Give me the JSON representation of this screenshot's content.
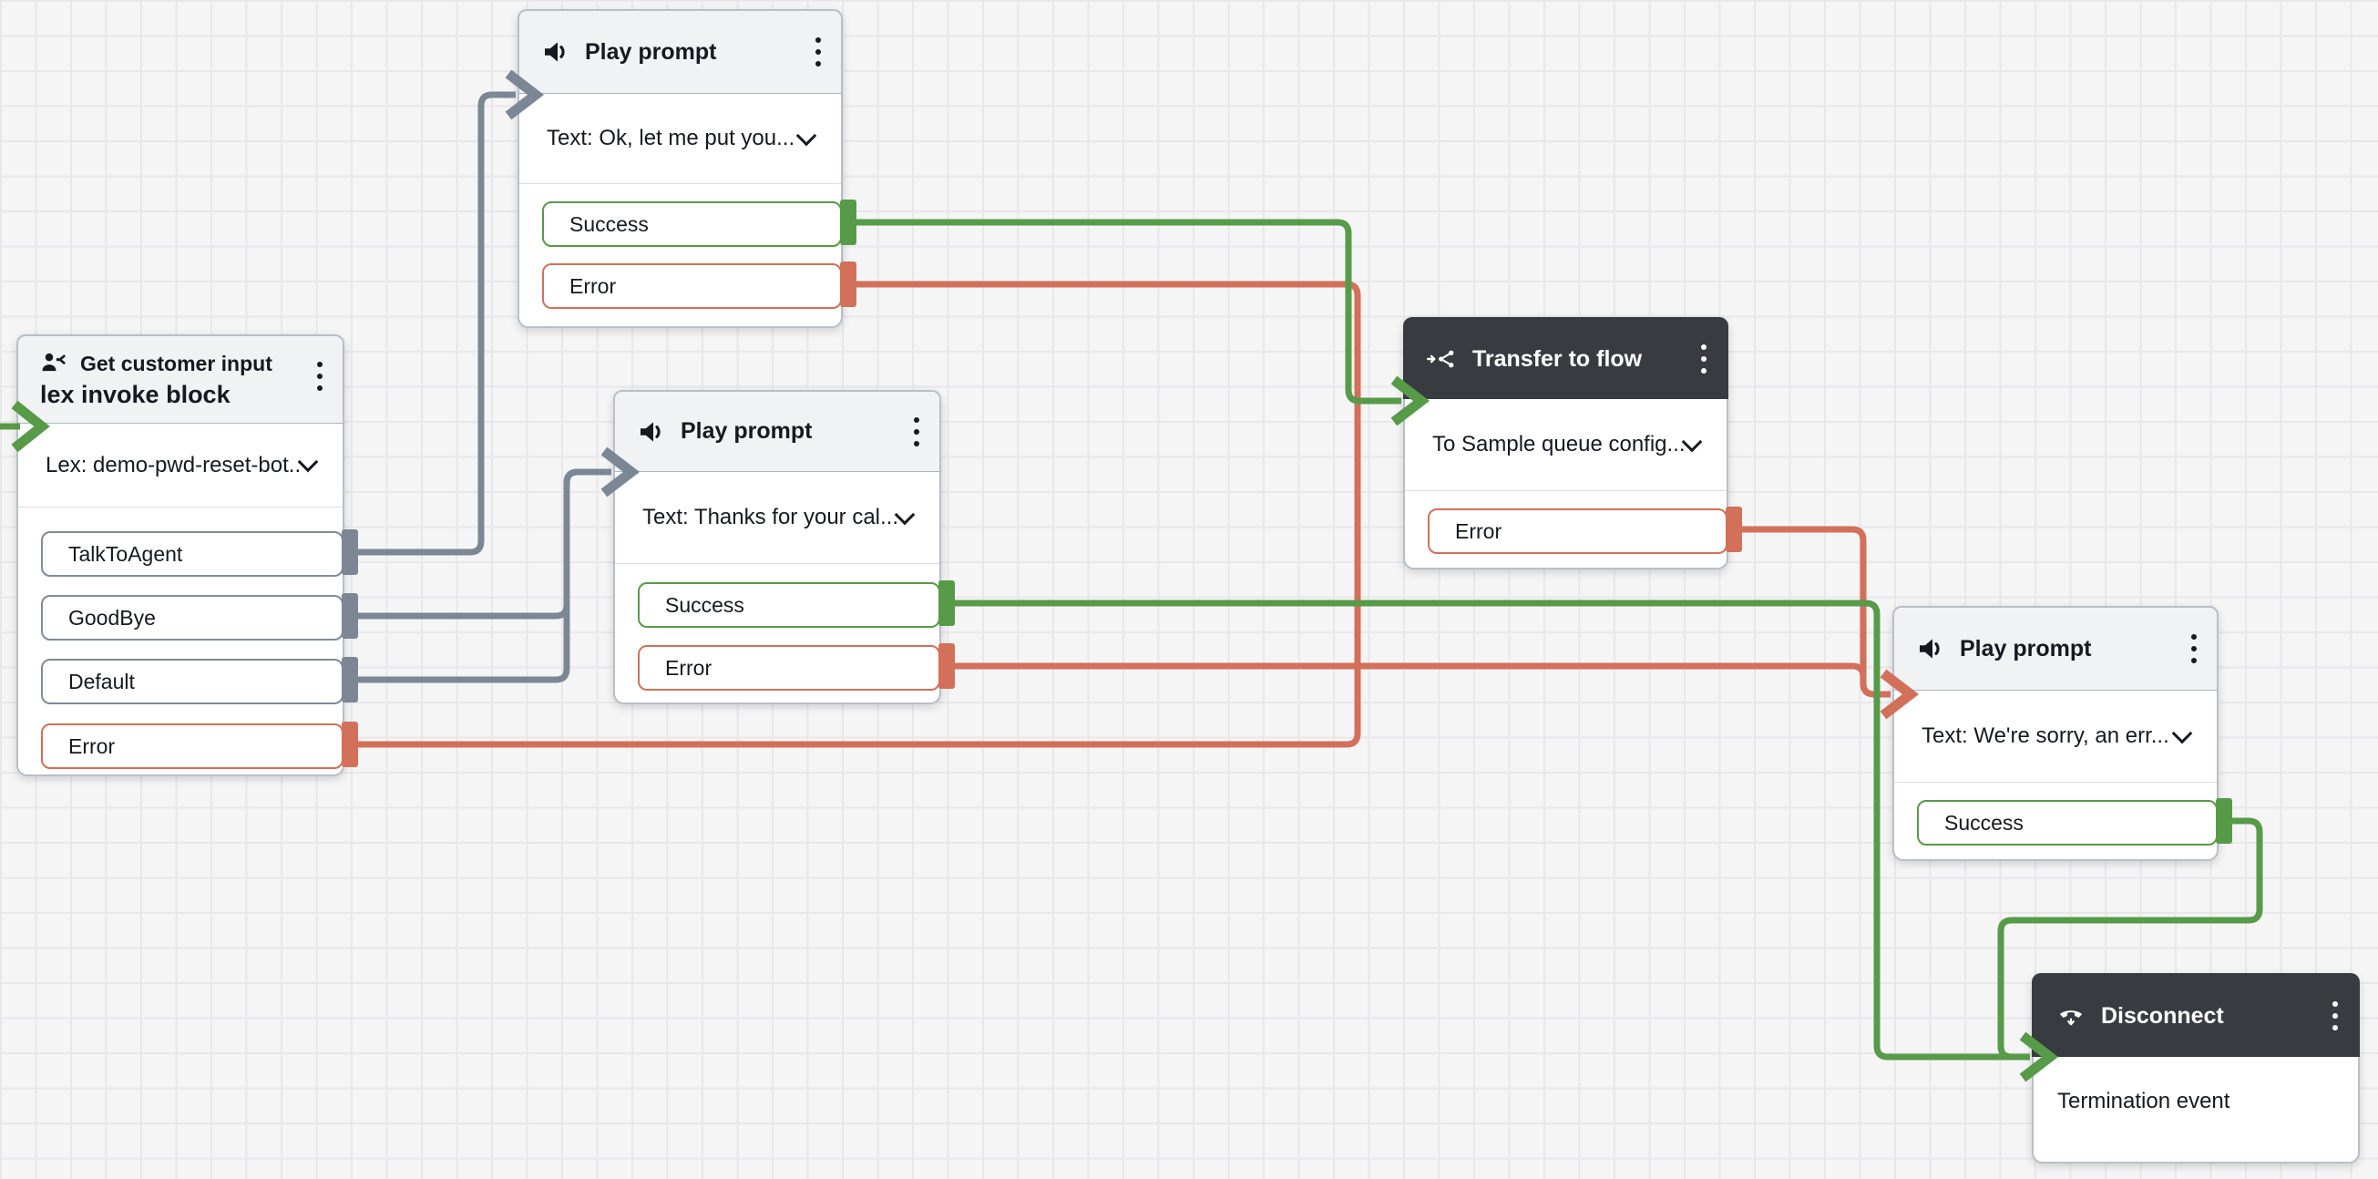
{
  "canvas": {
    "background": "#f5f5f6",
    "grid_line_color": "#e8e8ea"
  },
  "colors": {
    "success": "#579a48",
    "error": "#d2705a",
    "neutral_connector": "#7b8795",
    "dark_header": "#383c41",
    "light_header": "#f1f2f3",
    "block_border": "#b7bfc9"
  },
  "blocks": {
    "get_customer_input": {
      "title": "Get customer input",
      "subtitle": "lex invoke block",
      "icon": "customer-input-icon",
      "param": "Lex: demo-pwd-reset-bot...",
      "outputs": [
        {
          "label": "TalkToAgent",
          "type": "neutral"
        },
        {
          "label": "GoodBye",
          "type": "neutral"
        },
        {
          "label": "Default",
          "type": "neutral"
        },
        {
          "label": "Error",
          "type": "error"
        }
      ]
    },
    "play_prompt_1": {
      "title": "Play prompt",
      "icon": "speaker-icon",
      "param": "Text: Ok, let me put you...",
      "outputs": [
        {
          "label": "Success",
          "type": "success"
        },
        {
          "label": "Error",
          "type": "error"
        }
      ]
    },
    "play_prompt_2": {
      "title": "Play prompt",
      "icon": "speaker-icon",
      "param": "Text: Thanks for your cal...",
      "outputs": [
        {
          "label": "Success",
          "type": "success"
        },
        {
          "label": "Error",
          "type": "error"
        }
      ]
    },
    "transfer_to_flow": {
      "title": "Transfer to flow",
      "icon": "transfer-flow-icon",
      "param": "To Sample queue config...",
      "outputs": [
        {
          "label": "Error",
          "type": "error"
        }
      ]
    },
    "play_prompt_3": {
      "title": "Play prompt",
      "icon": "speaker-icon",
      "param": "Text: We're sorry, an err...",
      "outputs": [
        {
          "label": "Success",
          "type": "success"
        }
      ]
    },
    "disconnect": {
      "title": "Disconnect",
      "icon": "disconnect-icon",
      "body": "Termination event"
    }
  }
}
